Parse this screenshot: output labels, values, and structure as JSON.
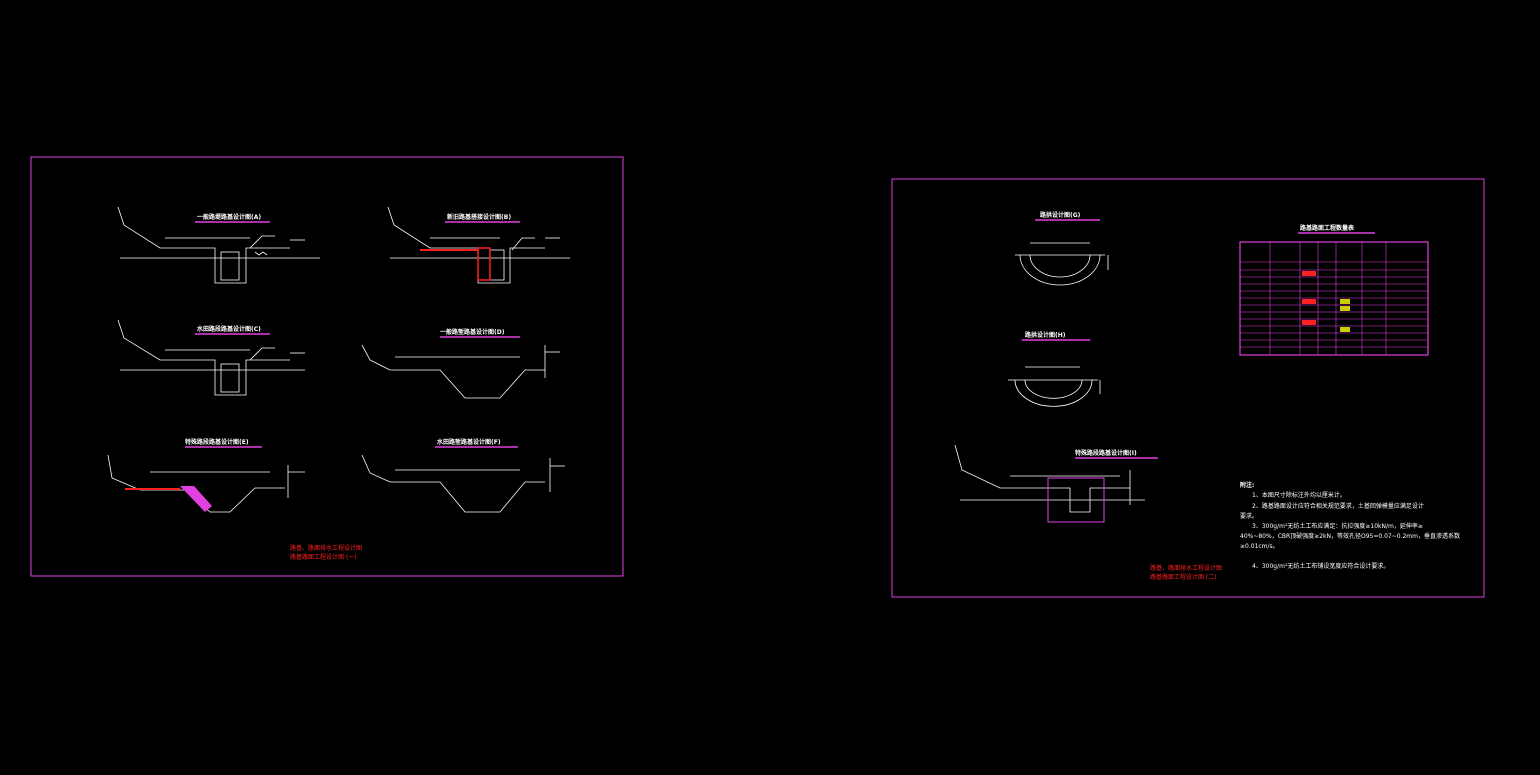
{
  "canvas": {
    "background": "#000000"
  },
  "colors": {
    "frame": "#e040e0",
    "line": "#ffffff",
    "accent_red": "#ff2020",
    "accent_magenta": "#e040e0",
    "table_border": "#e040e0"
  },
  "sheet_left": {
    "titles": [
      "一般路堤路基设计图(A)",
      "新旧路基搭接设计图(B)",
      "水田路段路基设计图(C)",
      "一般路堑路基设计图(D)",
      "特殊路段路基设计图(E)",
      "水田路堑路基设计图(F)"
    ],
    "footer_lines": [
      "路基、路面排水工程设计图",
      "路基路面工程设计图 (一)"
    ]
  },
  "sheet_right": {
    "titles": [
      "路拱设计图(G)",
      "路拱设计图(H)",
      "特殊路段路基设计图(I)"
    ],
    "table_title": "路基路面工程数量表",
    "footer_lines": [
      "路基、路面排水工程设计图",
      "路基路面工程设计图 (二)"
    ],
    "notes_heading": "附注:",
    "notes": [
      "1、本图尺寸除标注外均以厘米计。",
      "2、路基路面设计应符合相关规范要求，土基回弹模量应满足设计",
      "要求。",
      "3、300g/m²无纺土工布应满足：抗拉强度≥10kN/m，延伸率≥",
      "40%~80%，CBR顶破强度≥2kN，等效孔径O95=0.07~0.2mm，垂直渗透系数",
      "≥0.01cm/s。",
      "4、300g/m²无纺土工布铺设宽度应符合设计要求。"
    ]
  }
}
